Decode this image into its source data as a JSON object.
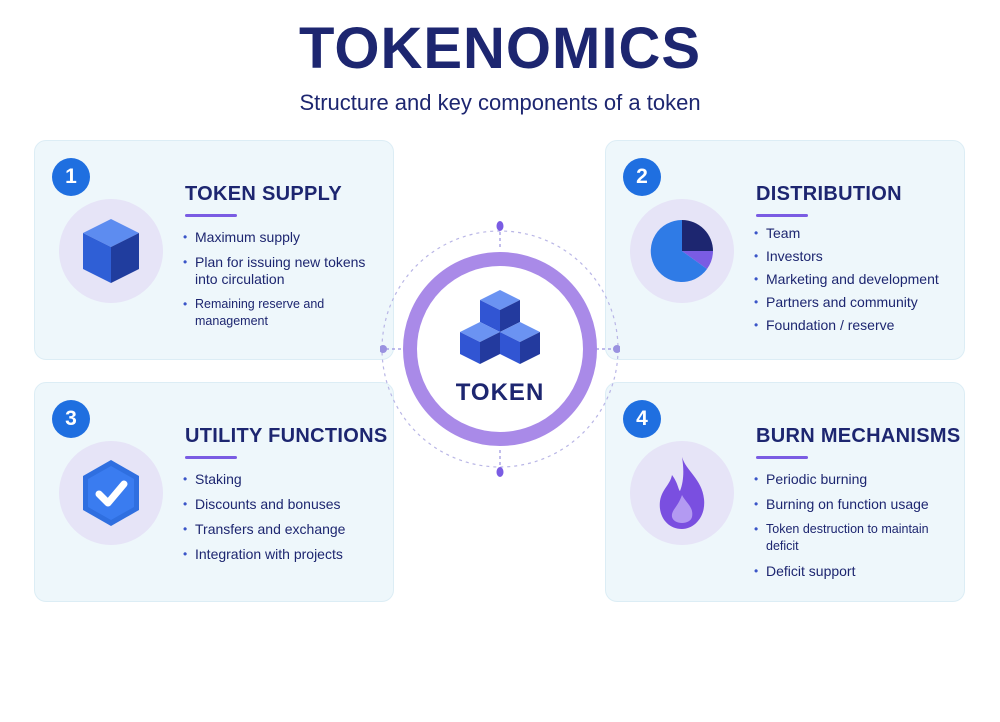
{
  "header": {
    "title": "TOKENOMICS",
    "subtitle": "Structure and key components of a token"
  },
  "center": {
    "label": "TOKEN",
    "icon": "cubes-icon"
  },
  "cards": [
    {
      "number": "1",
      "title": "TOKEN SUPPLY",
      "icon": "cube-icon",
      "items": [
        "Maximum supply",
        "Plan for issuing new tokens into circulation",
        "Remaining reserve and management"
      ]
    },
    {
      "number": "2",
      "title": "DISTRIBUTION",
      "icon": "pie-chart-icon",
      "items": [
        "Team",
        "Investors",
        "Marketing and development",
        "Partners and community",
        "Foundation / reserve"
      ]
    },
    {
      "number": "3",
      "title": "UTILITY FUNCTIONS",
      "icon": "check-badge-icon",
      "items": [
        "Staking",
        "Discounts and bonuses",
        "Transfers and exchange",
        "Integration with projects"
      ]
    },
    {
      "number": "4",
      "title": "BURN MECHANISMS",
      "icon": "flame-icon",
      "items": [
        "Periodic burning",
        "Burning on function usage",
        "Token destruction to maintain deficit",
        "Deficit support"
      ]
    }
  ],
  "colors": {
    "title": "#1d2670",
    "accent": "#1f6fe0",
    "purple": "#7a5ce3",
    "card_bg": "#eef7fb"
  }
}
